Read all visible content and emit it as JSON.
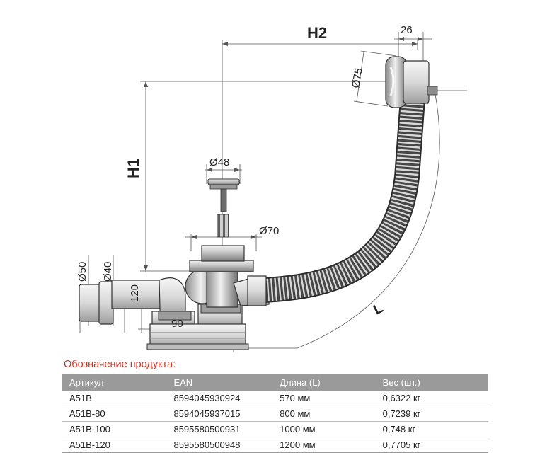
{
  "diagram": {
    "labels": {
      "h2": "H2",
      "h1": "H1",
      "dim_26": "26",
      "dim_d75": "Ø75",
      "dim_d48": "Ø48",
      "dim_d70": "Ø70",
      "dim_d50": "Ø50",
      "dim_d40": "Ø40",
      "dim_120": "120",
      "dim_90": "90",
      "dim_l": "L"
    }
  },
  "caption": "Обозначение продукта:",
  "table": {
    "headers": [
      "Артикул",
      "EAN",
      "Длина (L)",
      "Вес (шт.)"
    ],
    "rows": [
      [
        "A51B",
        "8594045930924",
        "570 мм",
        "0,6322 кг"
      ],
      [
        "A51B-80",
        "8594045937015",
        "800 мм",
        "0,7239 кг"
      ],
      [
        "A51B-100",
        "8595580500931",
        "1000 мм",
        "0,748 кг"
      ],
      [
        "A51B-120",
        "8595580500948",
        "1200 мм",
        "0,7705 кг"
      ]
    ]
  }
}
